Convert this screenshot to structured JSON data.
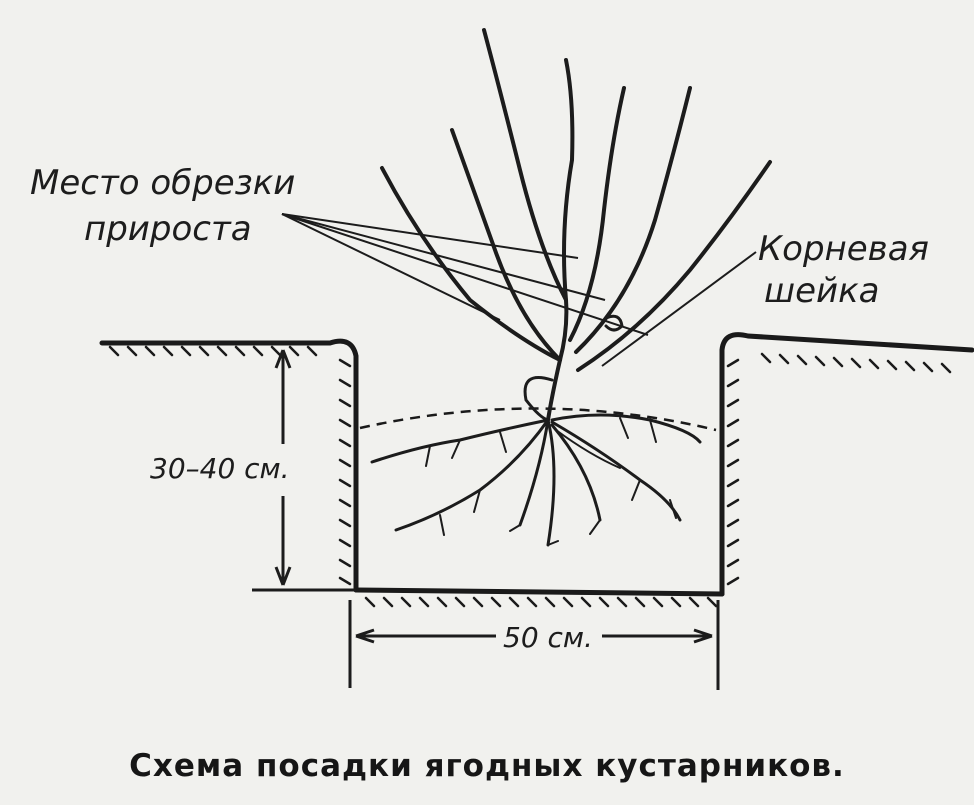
{
  "labels": {
    "pruning_line1": "Место обрезки",
    "pruning_line2": "прироста",
    "root_collar_line1": "Корневая",
    "root_collar_line2": "шейка",
    "depth": "30–40 см.",
    "width": "50 см."
  },
  "caption": "Схема посадки ягодных кустарников."
}
